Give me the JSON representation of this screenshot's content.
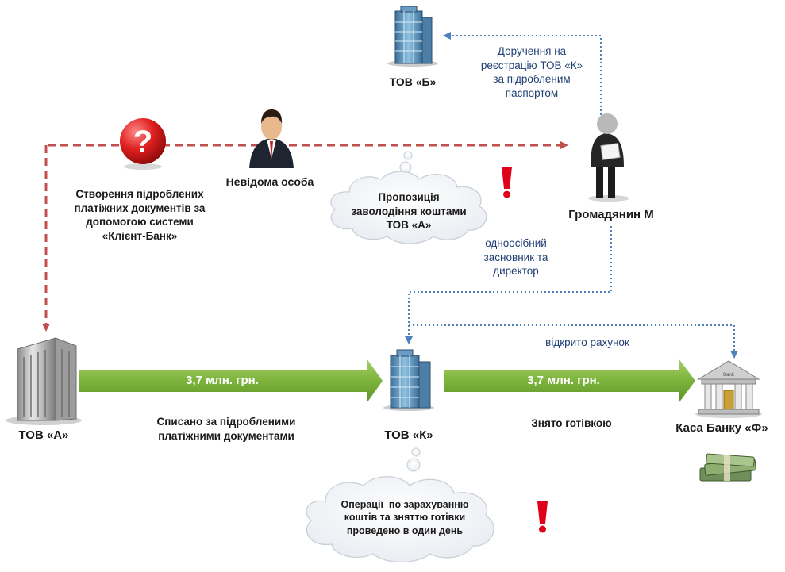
{
  "entities": {
    "tov_b": "ТОВ «Б»",
    "unknown_person": "Невідома особа",
    "citizen_m": "Громадянин М",
    "tov_a": "ТОВ «А»",
    "tov_k": "ТОВ «К»",
    "bank": "Каса Банку «Ф»"
  },
  "labels": {
    "power_of_attorney": [
      "Доручення на",
      "реєстрацію ТОВ «К»",
      "за підробленим",
      "паспортом"
    ],
    "forged_docs": [
      "Створення підроблених",
      "платіжних документів за",
      "допомогою системи",
      "«Клієнт-Банк»"
    ],
    "founder": [
      "одноосібний",
      "засновник та",
      "директор"
    ],
    "account_opened": "відкрито рахунок",
    "written_off": [
      "Списано за підробленими",
      "платіжними документами"
    ],
    "cash_withdrawn": "Знято готівкою",
    "amount_1": "3,7 млн. грн.",
    "amount_2": "3,7 млн. грн."
  },
  "clouds": {
    "offer": [
      "Пропозиція",
      "заволодіння коштами",
      "ТОВ «А»"
    ],
    "operations": [
      "Операції  по зарахуванню",
      "коштів та зняттю готівки",
      "проведено в один день"
    ]
  },
  "icon_glyphs": {
    "question": "?",
    "bank_sign": "Bank"
  },
  "colors": {
    "red_dashed": "#c0504d",
    "blue_dotted": "#4f81bd",
    "green_arrow": "#7db43c",
    "exclamation": "#e0001b"
  }
}
